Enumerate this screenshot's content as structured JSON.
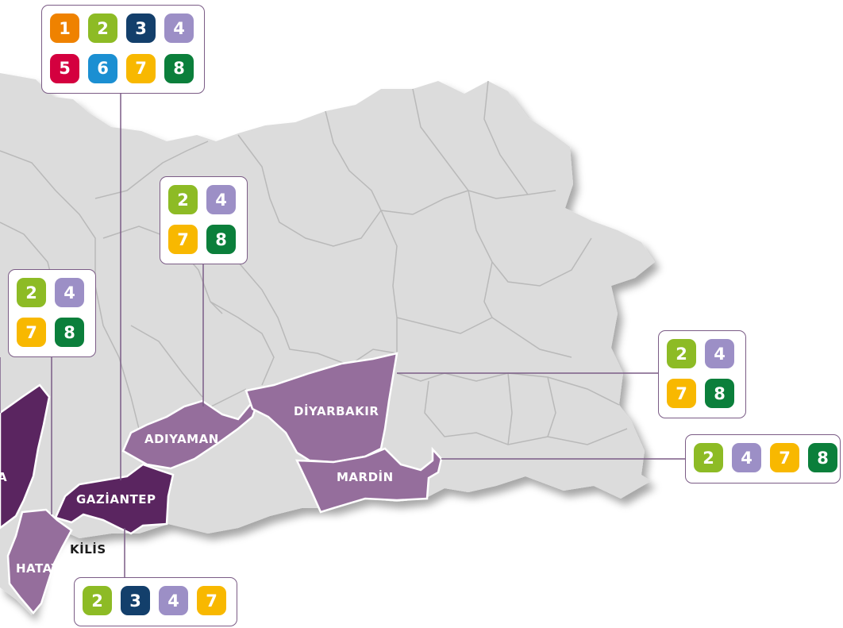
{
  "colors": {
    "land": "#dcdcdc",
    "border_line": "#b9b9b9",
    "highlight_light": "#956e9c",
    "highlight_dark": "#5a2560",
    "leader_line": "#7b5c86",
    "callout_border": "#7b5c86"
  },
  "legend_colors": {
    "1": "#ef8200",
    "2": "#8dbb25",
    "3": "#133f6b",
    "4": "#9c8fc6",
    "5": "#d4003f",
    "6": "#1b8fd2",
    "7": "#f8b800",
    "8": "#0b7f3b"
  },
  "provinces": {
    "gaziantep": "GAZİANTEP",
    "adiyaman": "ADIYAMAN",
    "diyarbakir": "DİYARBAKIR",
    "mardin": "MARDİN",
    "hatay": "HATAY",
    "kilis": "KİLİS",
    "osmaniye_partial": "A"
  },
  "callouts": [
    {
      "id": "gaziantep",
      "codes": [
        "1",
        "2",
        "3",
        "4",
        "5",
        "6",
        "7",
        "8"
      ]
    },
    {
      "id": "adiyaman",
      "codes": [
        "2",
        "4",
        "7",
        "8"
      ]
    },
    {
      "id": "hatay",
      "codes": [
        "2",
        "4",
        "7",
        "8"
      ]
    },
    {
      "id": "diyarbakir",
      "codes": [
        "2",
        "4",
        "7",
        "8"
      ]
    },
    {
      "id": "mardin",
      "codes": [
        "2",
        "4",
        "7",
        "8"
      ]
    },
    {
      "id": "kilis",
      "codes": [
        "2",
        "3",
        "4",
        "7"
      ]
    }
  ]
}
